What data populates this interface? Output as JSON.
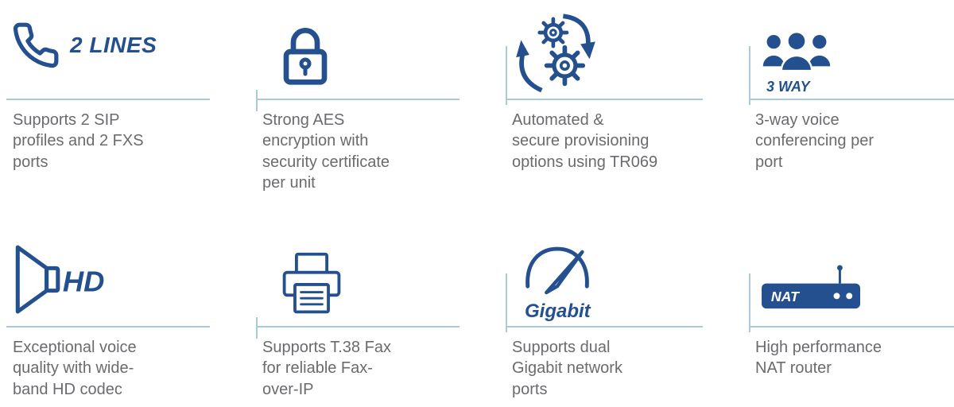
{
  "colors": {
    "icon_blue": "#24508F",
    "text_gray": "#6A6B6E",
    "rule_blue": "#A9CADB"
  },
  "features": [
    {
      "id": "sip-lines",
      "icon": "phone-icon",
      "label": "2 LINES",
      "text": "Supports 2 SIP\nprofiles and 2 FXS\nports"
    },
    {
      "id": "encryption",
      "icon": "lock-icon",
      "label": "",
      "text": "Strong AES\nencryption with\nsecurity certificate\nper unit"
    },
    {
      "id": "provisioning",
      "icon": "gears-sync-icon",
      "label": "",
      "text": "Automated &\nsecure provisioning\noptions using TR069"
    },
    {
      "id": "conferencing",
      "icon": "three-users-icon",
      "label": "3 WAY",
      "text": "3-way voice\nconferencing per\nport"
    },
    {
      "id": "hd-voice",
      "icon": "hd-speaker-icon",
      "label": "HD",
      "text": "Exceptional voice\nquality with wide-\nband HD codec"
    },
    {
      "id": "fax",
      "icon": "fax-machine-icon",
      "label": "",
      "text": "Supports T.38 Fax\nfor reliable Fax-\nover-IP"
    },
    {
      "id": "gigabit",
      "icon": "speed-gauge-icon",
      "label": "Gigabit",
      "text": "Supports dual\nGigabit network\nports"
    },
    {
      "id": "nat-router",
      "icon": "router-icon",
      "label": "NAT",
      "text": "High performance\nNAT router"
    }
  ]
}
